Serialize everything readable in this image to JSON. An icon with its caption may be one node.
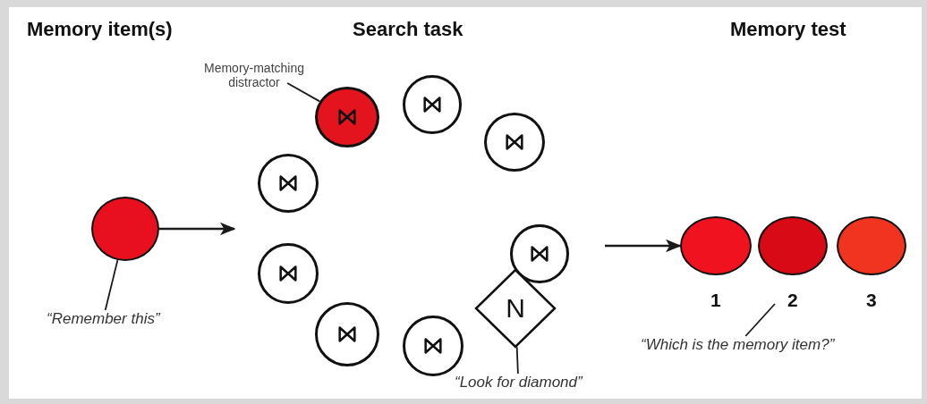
{
  "diagram": {
    "nodes": [
      {
        "text": [
          "Memory-matching distractor"
        ]
      },
      {
        "text": [],
        "shape": "circle"
      },
      {
        "text": [],
        "shape": "circle"
      },
      {
        "text": [],
        "shape": "circle"
      },
      {
        "text": [],
        "shape": "circle"
      },
      {
        "text": [],
        "shape": "circle"
      },
      {
        "text": [],
        "shape": "circle"
      },
      {
        "text": [],
        "shape": "circle",
        "beside": [
          "1"
        ]
      },
      {
        "text": [],
        "shape": "circle",
        "beside": [
          "2"
        ]
      },
      {
        "text": [],
        "shape": "circle",
        "beside": [
          "3"
        ]
      },
      {
        "text": [],
        "shape": "circle"
      },
      {
        "text": [
          "N"
        ]
      },
      {
        "text": [
          "“Remember this”"
        ]
      },
      {
        "text": [],
        "shape": "circle"
      },
      {
        "text": [
          "“Which is the memory item?”"
        ]
      },
      {
        "text": [],
        "shape": "circle"
      },
      {
        "text": [
          "“Look for diamond”"
        ]
      }
    ],
    "edges": [
      {
        "from": 0,
        "to": 1,
        "arrow": "none"
      },
      {
        "from": 12,
        "to": 5,
        "arrow": "none"
      },
      {
        "from": 16,
        "to": 11,
        "arrow": "none"
      },
      {
        "from": 14,
        "to": null,
        "arrow": "none"
      },
      {
        "from": 5,
        "to": null,
        "arrow": "to"
      },
      {
        "from": null,
        "to": 7,
        "arrow": "to"
      }
    ],
    "labels": [
      "Memory item(s)",
      "Search task",
      "Memory test"
    ]
  }
}
